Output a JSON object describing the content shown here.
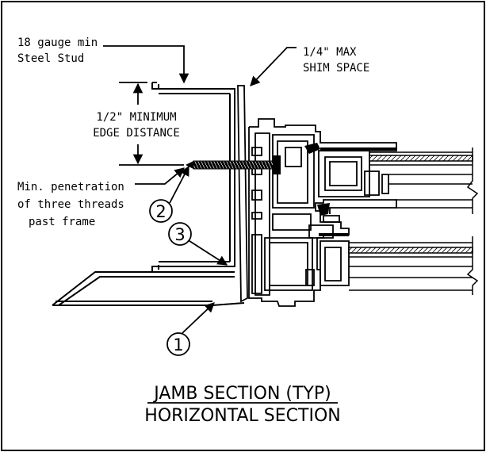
{
  "labels": {
    "stud": [
      "18 gauge min",
      "Steel Stud"
    ],
    "shim": [
      "1/4\" MAX",
      "SHIM SPACE"
    ],
    "edge": [
      "1/2\" MINIMUM",
      "EDGE DISTANCE"
    ],
    "penetration": [
      "Min. penetration",
      "of three threads",
      "past frame"
    ]
  },
  "callouts": [
    "1",
    "2",
    "3"
  ],
  "title": {
    "line1": "JAMB SECTION (TYP)",
    "line2": "HORIZONTAL SECTION"
  }
}
